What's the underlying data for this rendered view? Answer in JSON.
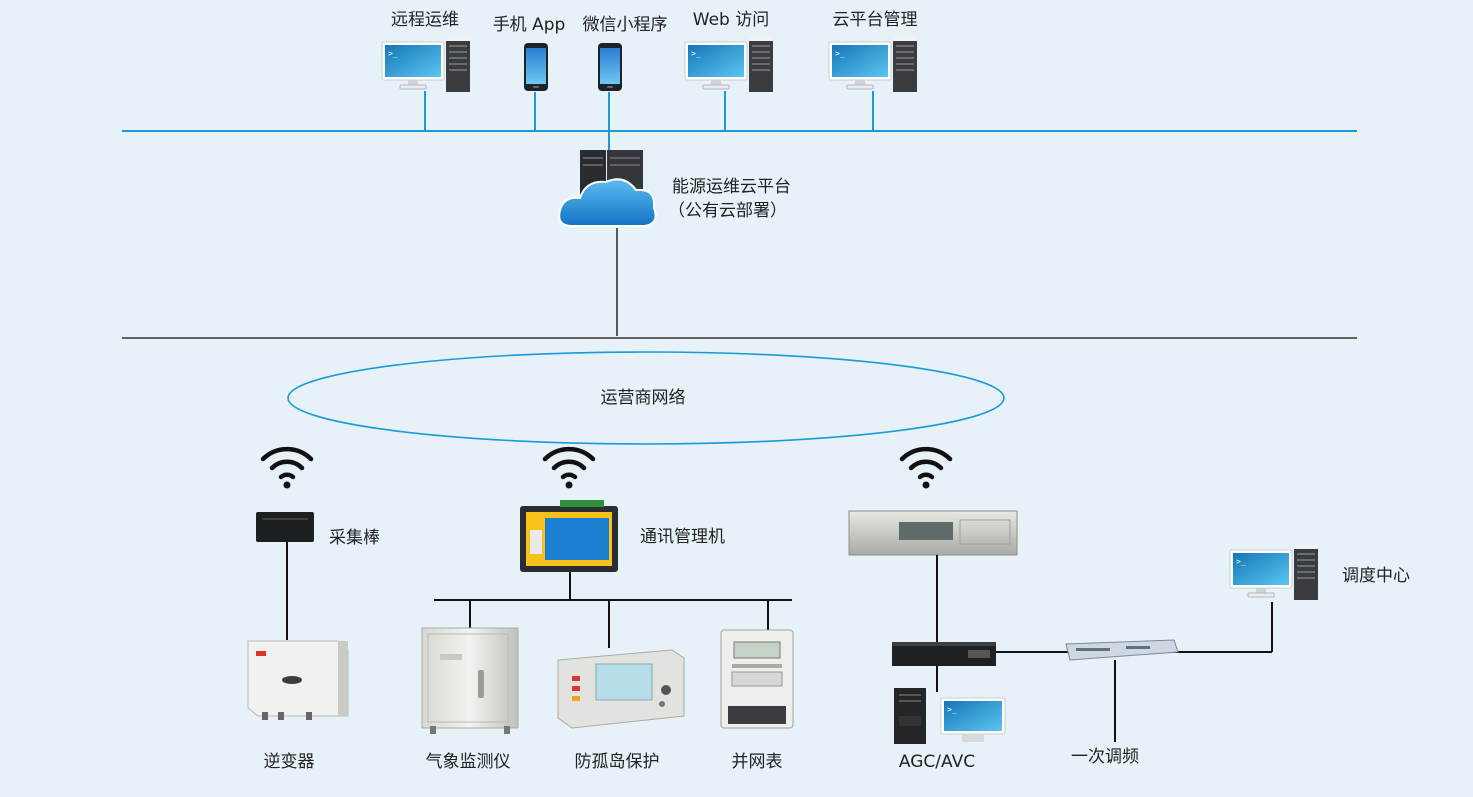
{
  "clients": {
    "remote_ops": "远程运维",
    "mobile_app": "手机 App",
    "wechat_mini": "微信小程序",
    "web_access": "Web 访问",
    "cloud_mgmt": "云平台管理"
  },
  "cloud": {
    "name": "能源运维云平台",
    "sub": "（公有云部署）"
  },
  "network": {
    "carrier": "运营商网络"
  },
  "devices": {
    "collector": "采集棒",
    "comm_manager": "通讯管理机",
    "inverter": "逆变器",
    "weather": "气象监测仪",
    "anti_islanding": "防孤岛保护",
    "grid_meter": "并网表",
    "agc_avc": "AGC/AVC",
    "freq_reg": "一次调频",
    "dispatch": "调度中心"
  },
  "colors": {
    "background": "#e6f1f8",
    "bus_blue": "#1a9ad6",
    "line_dark": "#333333",
    "cloud_blue": "#1f8fd8",
    "screen_blue": "#2fa6e0"
  }
}
